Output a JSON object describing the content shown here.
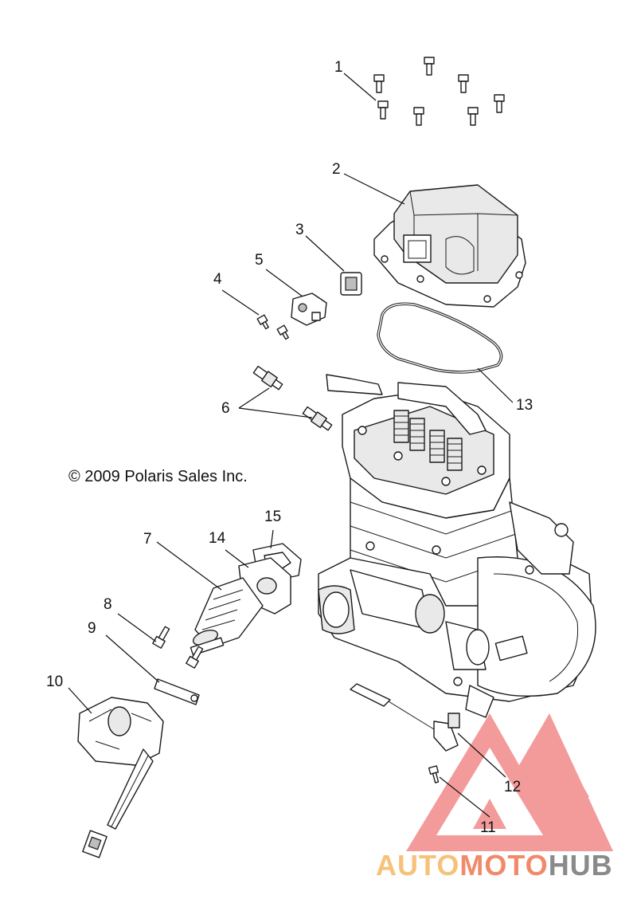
{
  "copyright": "© 2009 Polaris Sales Inc.",
  "callouts": [
    "1",
    "2",
    "3",
    "4",
    "5",
    "6",
    "7",
    "8",
    "9",
    "10",
    "11",
    "12",
    "13",
    "14",
    "15"
  ],
  "watermark": {
    "part1": "AUTO",
    "part2": "MOTO",
    "part3": "HUB",
    "colors": {
      "auto": "#f6c27a",
      "moto": "#f08a6a",
      "hub": "#8a8a8a",
      "triangle": "#f07a7a"
    }
  }
}
